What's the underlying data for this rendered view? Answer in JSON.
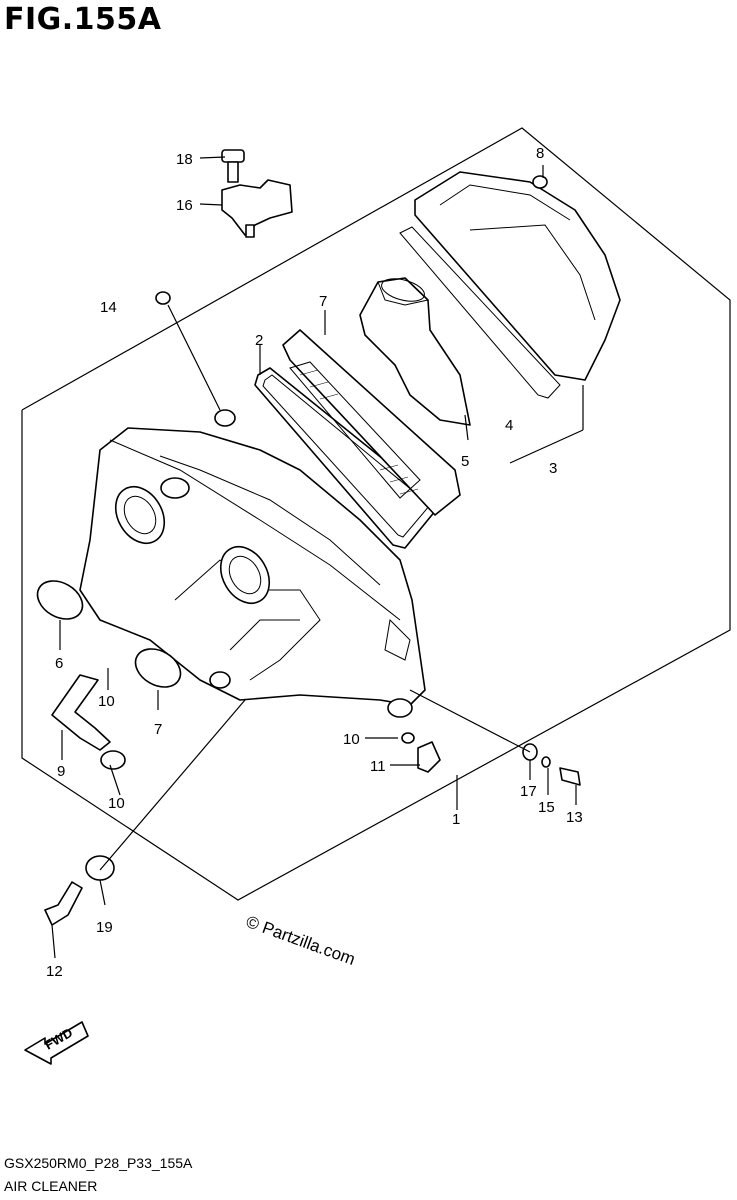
{
  "figure": {
    "title": "FIG.155A",
    "code": "GSX250RM0_P28_P33_155A",
    "name": "AIR CLEANER",
    "watermark": "© Partzilla.com",
    "fwd_label": "FWD"
  },
  "part_numbers": [
    "1",
    "2",
    "3",
    "4",
    "5",
    "6",
    "7",
    "7",
    "8",
    "9",
    "10",
    "10",
    "10",
    "11",
    "12",
    "13",
    "14",
    "15",
    "16",
    "17",
    "18",
    "19"
  ]
}
